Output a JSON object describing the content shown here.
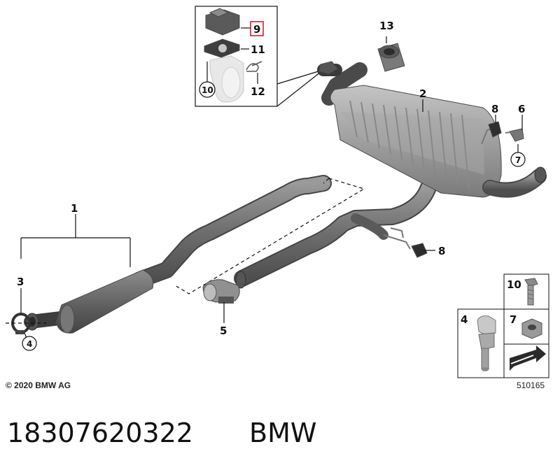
{
  "copyright": "© 2020 BMW AG",
  "drawing_number": "510165",
  "part_number": "18307620322",
  "brand": "BMW",
  "callouts": {
    "c1": "1",
    "c2": "2",
    "c3": "3",
    "c4": "4",
    "c5": "5",
    "c6": "6",
    "c7": "7",
    "c8a": "8",
    "c8b": "8",
    "c9": "9",
    "c10": "10",
    "c11": "11",
    "c12": "12",
    "c13": "13"
  },
  "legend": {
    "l10": "10",
    "l4": "4",
    "l7": "7"
  },
  "highlight_color": "#d0202a"
}
